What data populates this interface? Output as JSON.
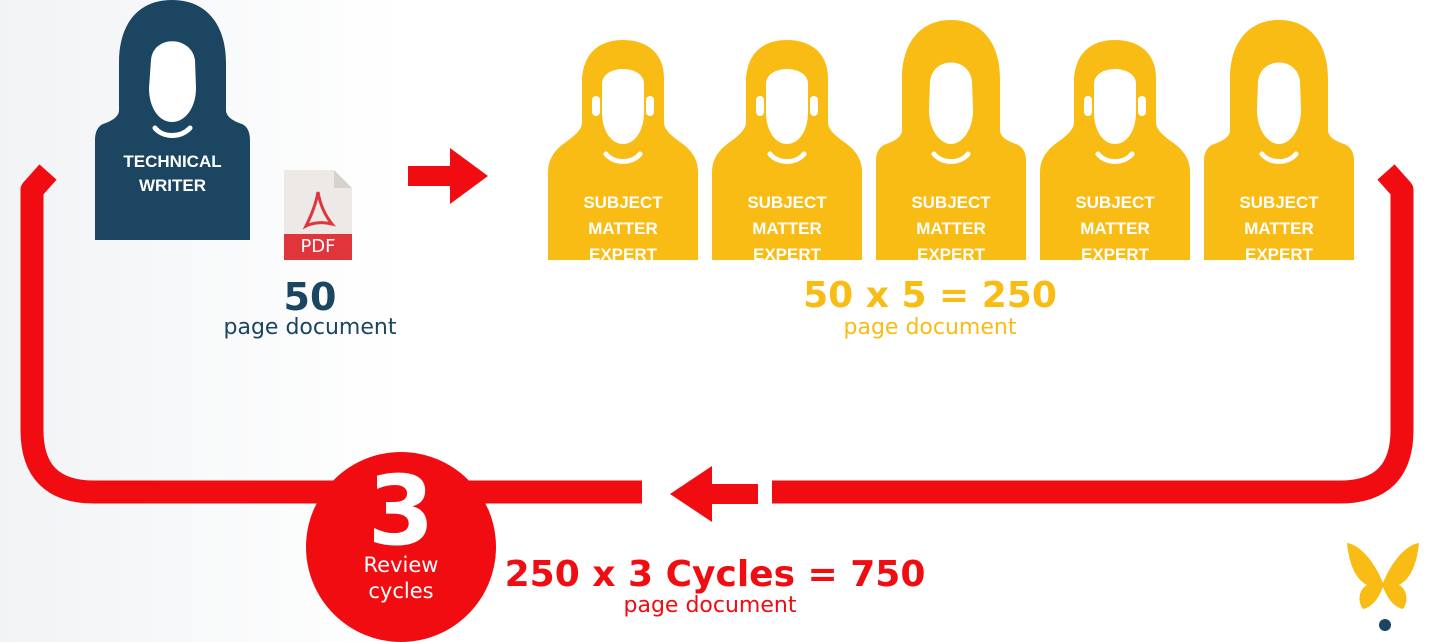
{
  "colors": {
    "navy": "#1b4561",
    "gold": "#f9bc15",
    "red": "#f10c12"
  },
  "technical_writer": {
    "label_lines": [
      "TECHNICAL",
      "WRITER"
    ],
    "icon": "female-person-icon"
  },
  "pdf": {
    "icon": "pdf-document-icon",
    "label": "PDF"
  },
  "document_size": {
    "value": "50",
    "caption": "page document"
  },
  "forward_arrow": {
    "icon": "arrow-right-icon"
  },
  "experts": [
    {
      "label_lines": [
        "SUBJECT",
        "MATTER",
        "EXPERT"
      ],
      "gender": "male"
    },
    {
      "label_lines": [
        "SUBJECT",
        "MATTER",
        "EXPERT"
      ],
      "gender": "male"
    },
    {
      "label_lines": [
        "SUBJECT",
        "MATTER",
        "EXPERT"
      ],
      "gender": "female"
    },
    {
      "label_lines": [
        "SUBJECT",
        "MATTER",
        "EXPERT"
      ],
      "gender": "male"
    },
    {
      "label_lines": [
        "SUBJECT",
        "MATTER",
        "EXPERT"
      ],
      "gender": "female"
    }
  ],
  "review_total": {
    "formula": "50 x 5 = 250",
    "caption": "page document"
  },
  "return_arrow": {
    "icon": "arrow-left-icon"
  },
  "review_badge": {
    "number": "3",
    "text_lines": [
      "Review",
      "cycles"
    ]
  },
  "cycle_total": {
    "formula": "250 x 3 Cycles = 750",
    "caption": "page document"
  },
  "logo": {
    "icon": "butterfly-logo-icon"
  }
}
